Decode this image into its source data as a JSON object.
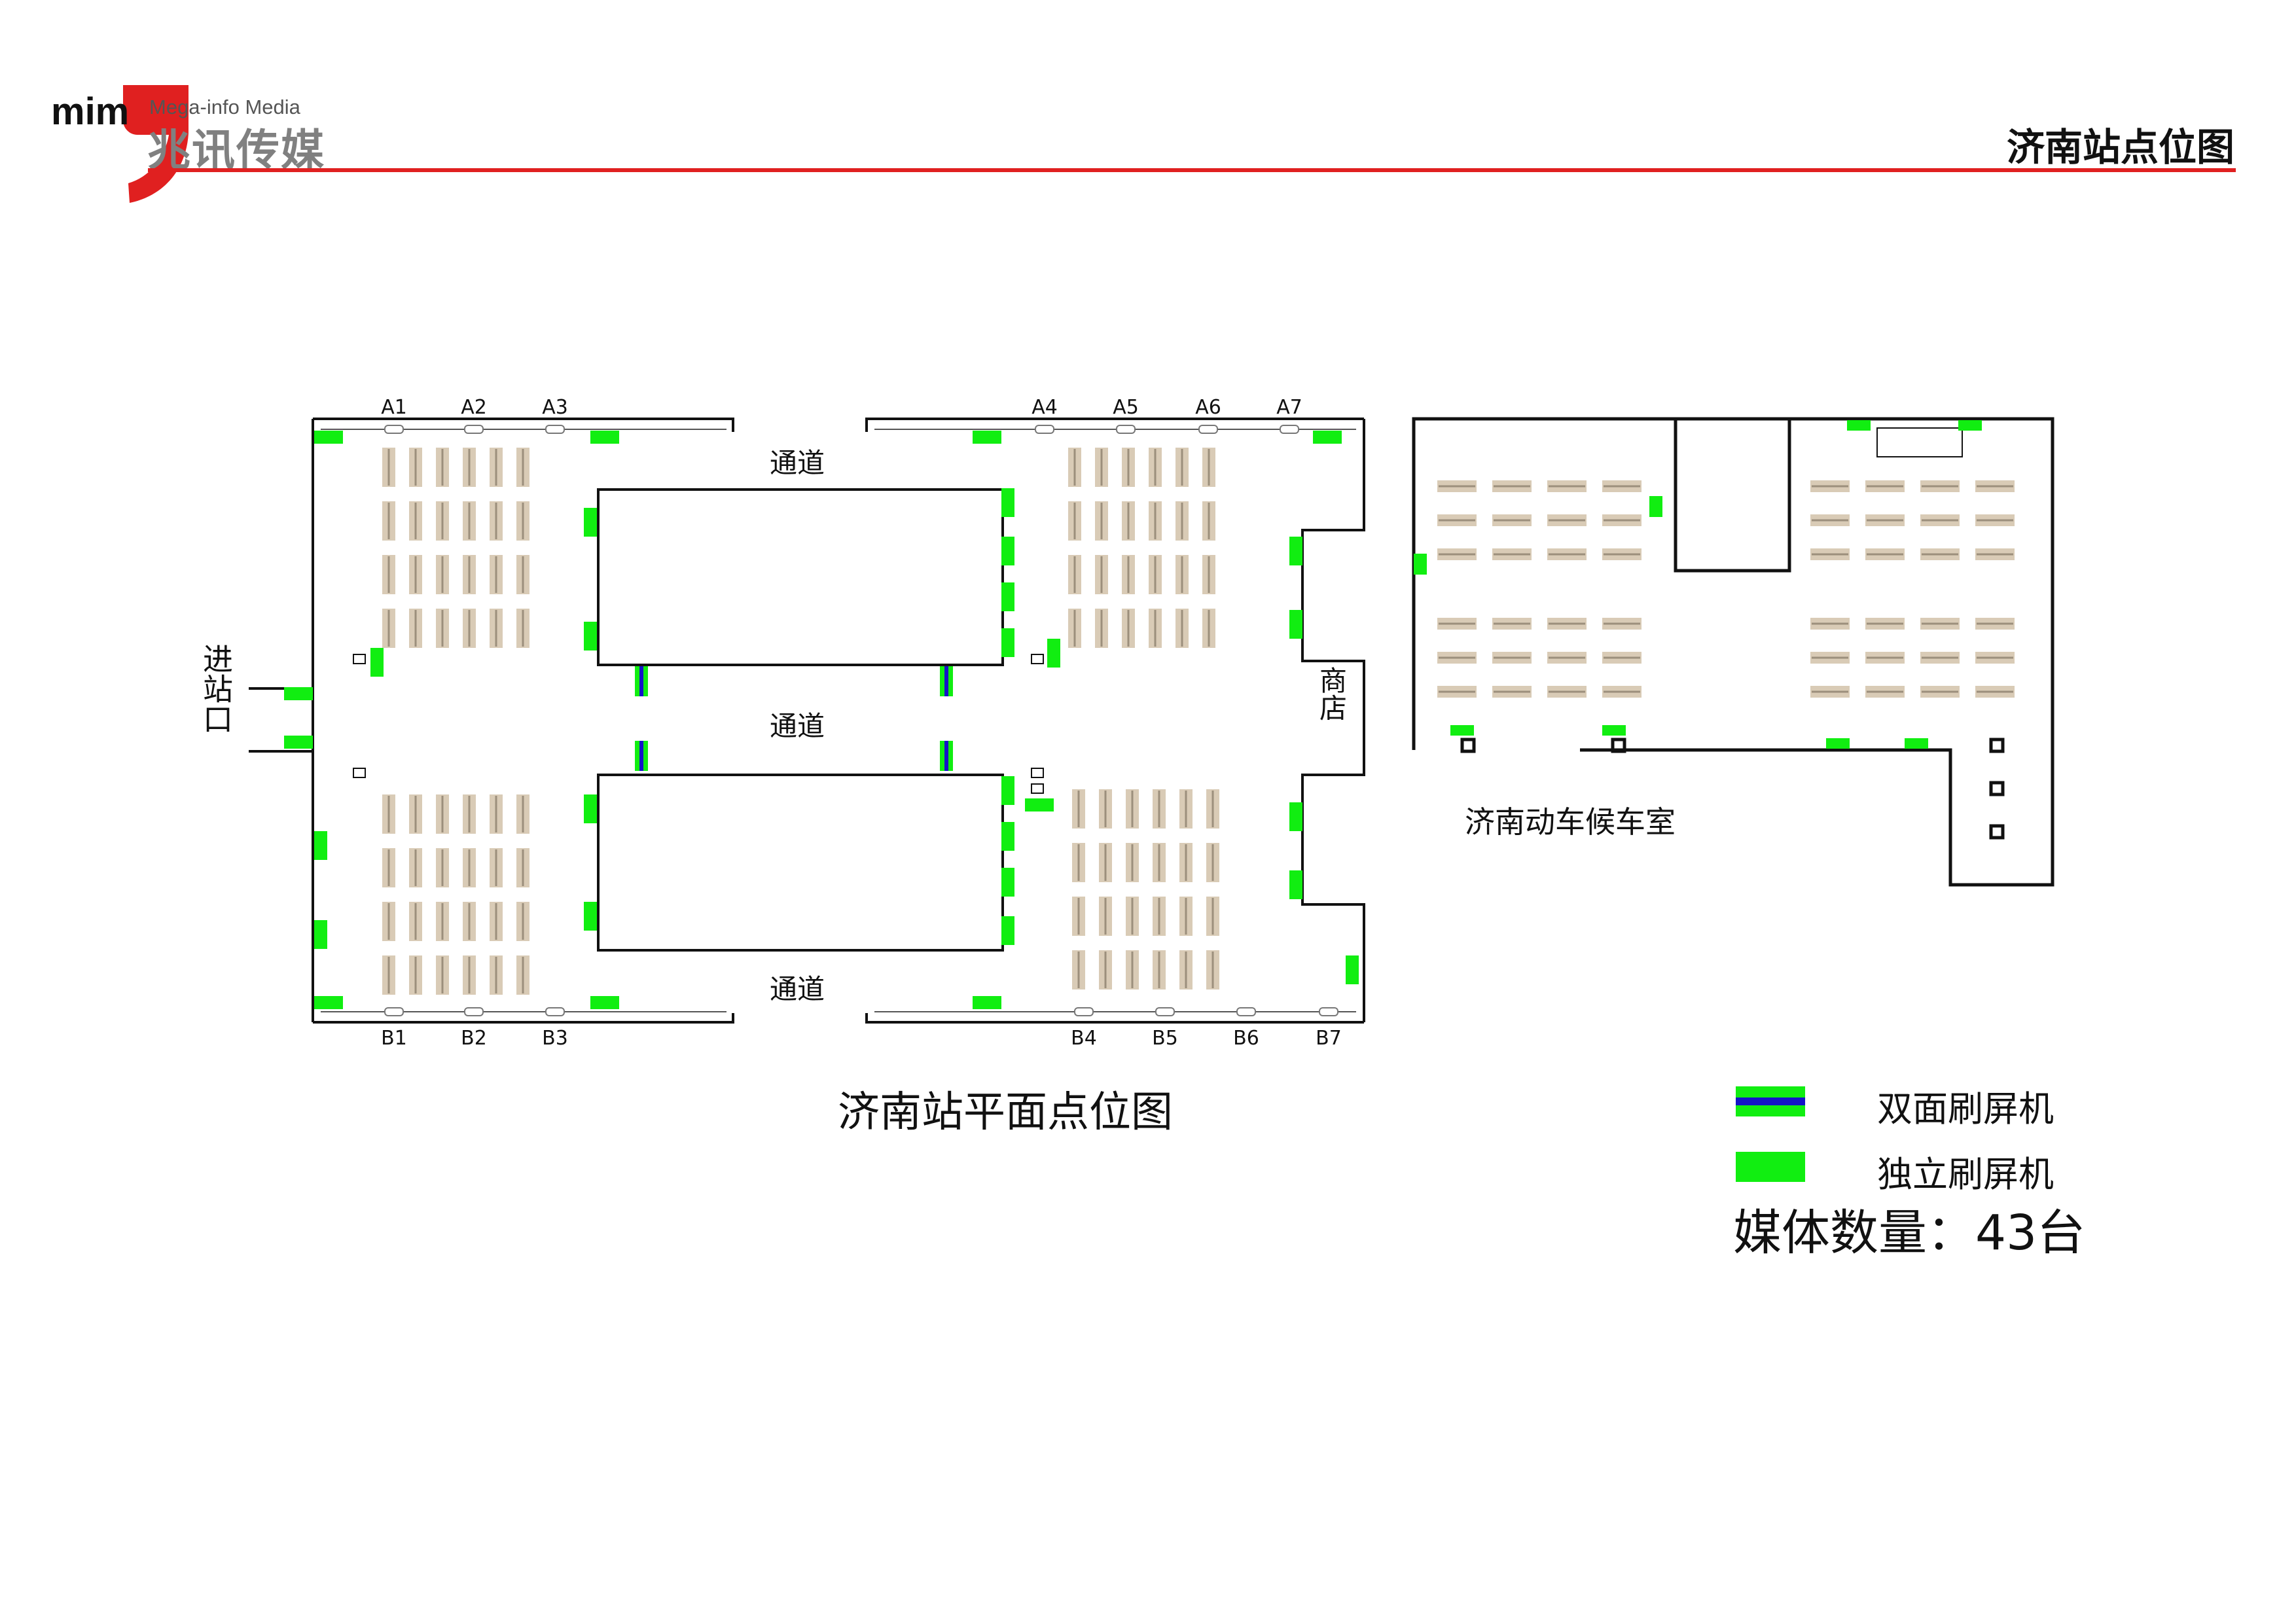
{
  "header": {
    "brand_en": "Mega-info Media",
    "brand_cn": "兆讯传媒",
    "logo_mark": "mim",
    "title": "济南站点位图"
  },
  "colors": {
    "accent_red": "#e02020",
    "single_screen": "#11ee11",
    "double_screen_stripe": "#1414c8",
    "seat_fill": "#d9cbb6"
  },
  "plan": {
    "gates_top_left": [
      "A1",
      "A2",
      "A3"
    ],
    "gates_top_right": [
      "A4",
      "A5",
      "A6",
      "A7"
    ],
    "gates_bottom_left": [
      "B1",
      "B2",
      "B3"
    ],
    "gates_bottom_right": [
      "B4",
      "B5",
      "B6",
      "B7"
    ],
    "passage_label": "通道",
    "entrance_label": "进站口",
    "shop_label": "商店",
    "emu_room_label": "济南动车候车室",
    "title": "济南站平面点位图"
  },
  "legend": {
    "double_label": "双面刷屏机",
    "single_label": "独立刷屏机"
  },
  "media_count": "媒体数量：43台"
}
